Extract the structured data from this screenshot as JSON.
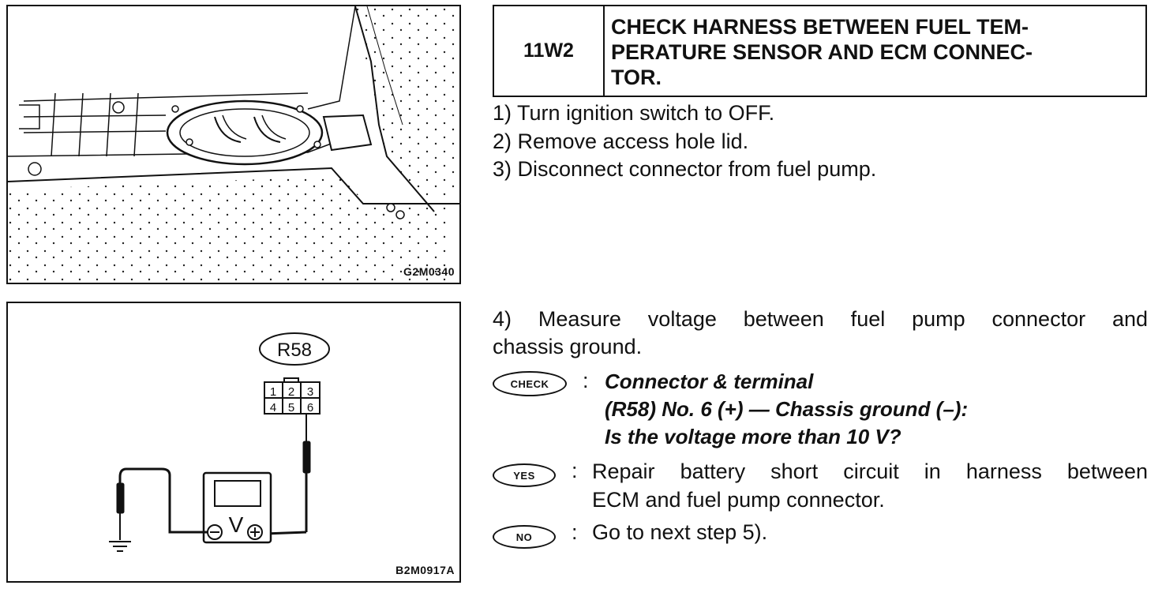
{
  "figure_top": {
    "code": "G2M0340"
  },
  "figure_bottom": {
    "code": "B2M0917A",
    "connector_label": "R58",
    "pins_top": [
      "1",
      "2",
      "3"
    ],
    "pins_bottom": [
      "4",
      "5",
      "6"
    ],
    "meter_symbol": "V"
  },
  "header": {
    "step": "11W2",
    "title_lines": [
      "CHECK HARNESS BETWEEN FUEL TEM-",
      "PERATURE SENSOR AND ECM CONNEC-",
      "TOR."
    ]
  },
  "procedure": [
    "1)  Turn ignition switch to OFF.",
    "2)  Remove access hole lid.",
    "3)  Disconnect connector from fuel pump."
  ],
  "measure": {
    "line1": "4) Measure voltage between fuel pump connector and",
    "line2": "chassis ground."
  },
  "check": {
    "badge": "CHECK",
    "colon": ":",
    "lines": [
      "Connector & terminal",
      "(R58) No. 6 (+) — Chassis ground (–):",
      "Is the voltage more than 10 V?"
    ]
  },
  "yes": {
    "badge": "YES",
    "colon": ":",
    "line1": "Repair battery short circuit in harness between",
    "line2": "ECM and fuel pump connector."
  },
  "no": {
    "badge": "NO",
    "colon": ":",
    "text": "Go to next step 5)."
  }
}
